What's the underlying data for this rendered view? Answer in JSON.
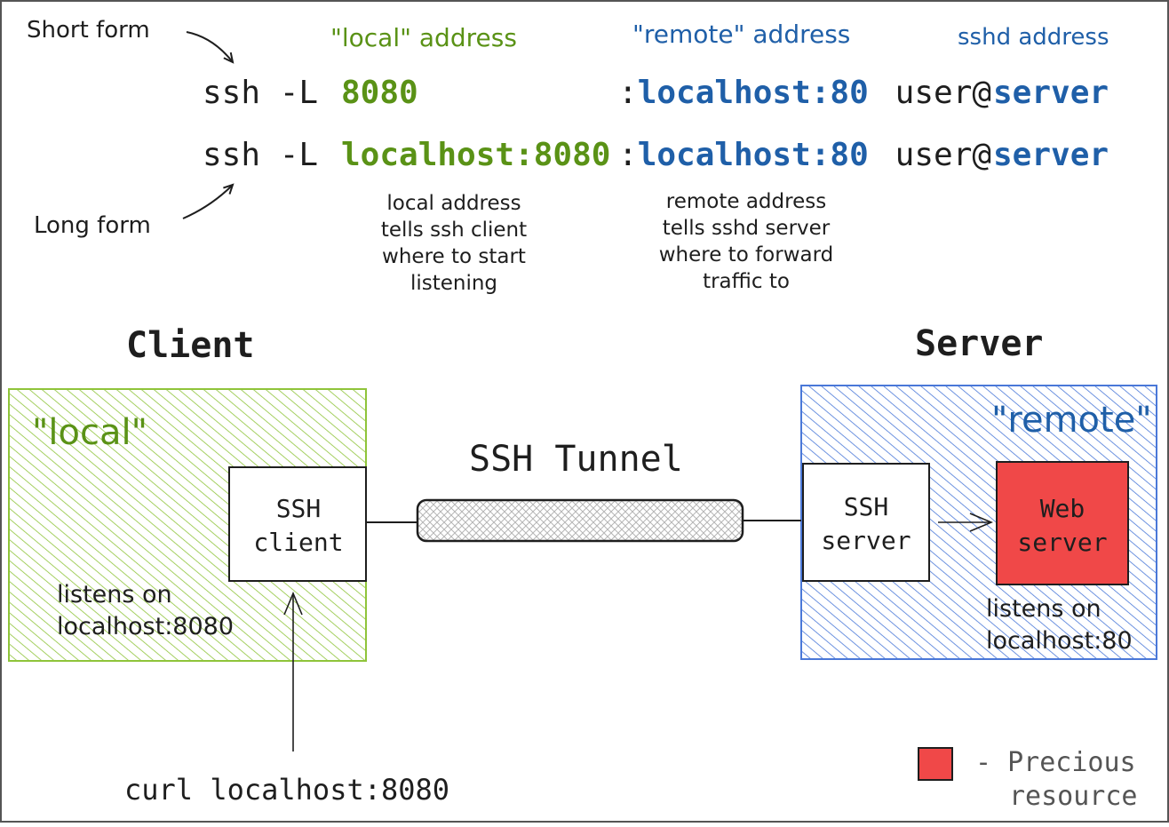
{
  "colors": {
    "local_green": "#5a9216",
    "remote_blue": "#1f5fa8",
    "ink": "#1e1e1e",
    "local_fill": "#8fc43a",
    "remote_fill": "#4a78d8",
    "precious_red": "#f04848"
  },
  "top_labels": {
    "short_form": "Short form",
    "long_form": "Long form",
    "local_address": "\"local\" address",
    "remote_address": "\"remote\" address",
    "sshd_address": "sshd address"
  },
  "commands": {
    "short": {
      "prefix": "ssh -L ",
      "local": "8080",
      "remote": ":localhost:80",
      "user": " user@",
      "host": "server"
    },
    "long": {
      "prefix": "ssh -L ",
      "local": "localhost:8080",
      "remote": ":localhost:80",
      "user": " user@",
      "host": "server"
    }
  },
  "notes": {
    "local": [
      "local address",
      "tells ssh client",
      "where to start",
      "listening"
    ],
    "remote": [
      "remote address",
      "tells sshd server",
      "where to forward",
      "traffic to"
    ]
  },
  "diagram": {
    "client_title": "Client",
    "server_title": "Server",
    "tunnel_label": "SSH Tunnel",
    "local_tag": "\"local\"",
    "remote_tag": "\"remote\"",
    "ssh_client": [
      "SSH",
      "client"
    ],
    "ssh_server": [
      "SSH",
      "server"
    ],
    "web_server": [
      "Web",
      "server"
    ],
    "client_listen": [
      "listens on",
      "localhost:8080"
    ],
    "server_listen": [
      "listens on",
      "localhost:80"
    ],
    "curl_cmd": "curl localhost:8080"
  },
  "legend": {
    "text_line1": "- Precious",
    "text_line2": "resource"
  }
}
